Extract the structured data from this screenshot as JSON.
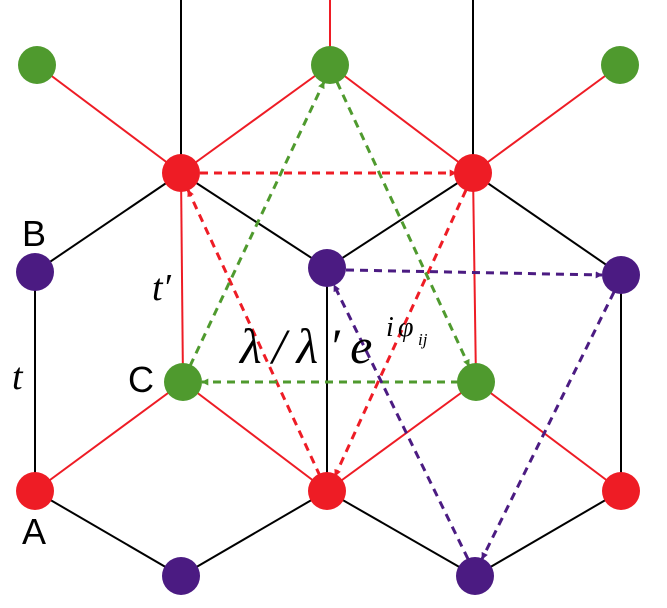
{
  "labels": {
    "site_a": "A",
    "site_b": "B",
    "site_c": "C",
    "hop_t": "t",
    "hop_t_prime": "t′",
    "formula_main": "λ / λ ′ e",
    "formula_exp_i": "i",
    "formula_exp_phi": "φ",
    "formula_exp_sub": "ij"
  },
  "colors": {
    "site_a": "#ee1c25",
    "site_b": "#4b1b82",
    "site_c": "#4f9a2e",
    "bond_t": "#000000",
    "bond_t_prime": "#ee1c25"
  }
}
